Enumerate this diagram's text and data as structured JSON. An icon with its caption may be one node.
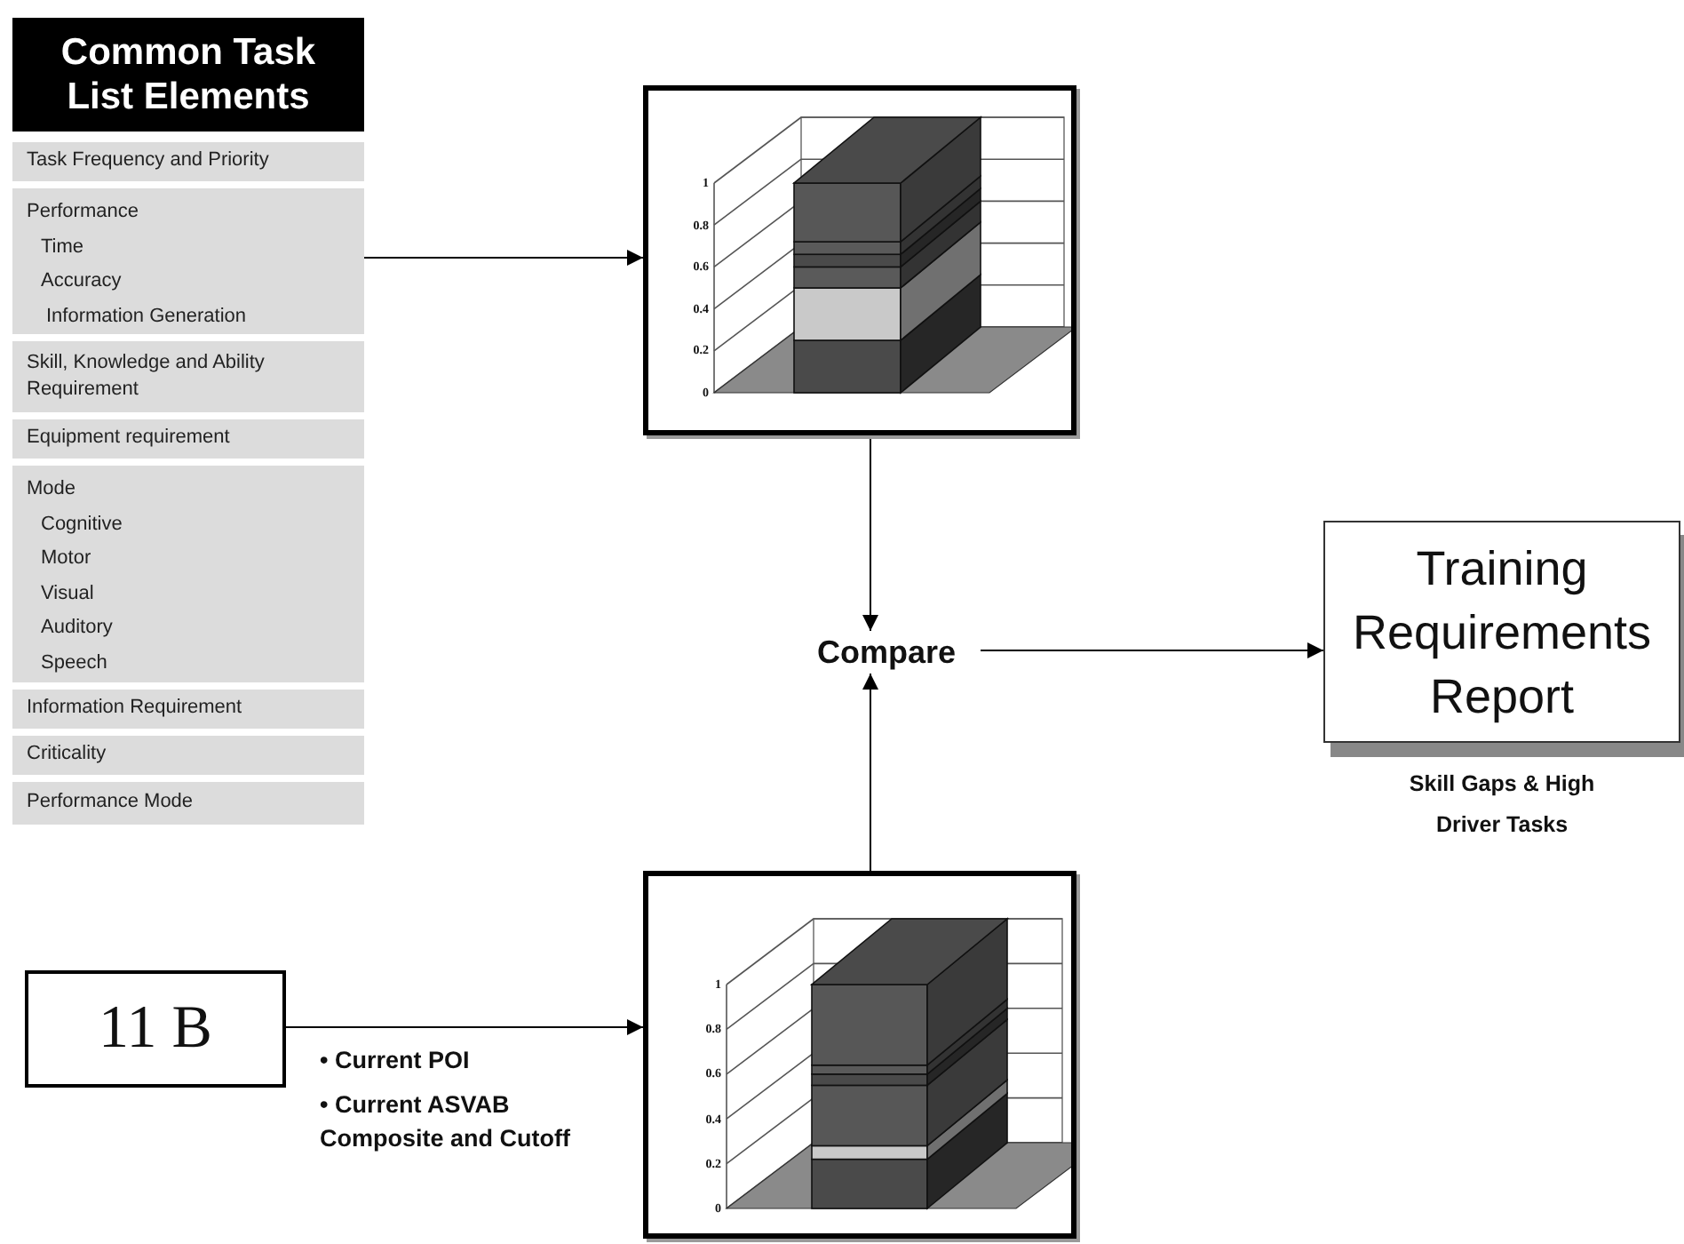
{
  "diagram": {
    "nodes": [
      {
        "text": [
          "Common Task List Elements"
        ]
      },
      {
        "text": [
          "Task Frequency and Priority"
        ],
        "in": 0
      },
      {
        "text": [
          "Performance",
          "Time",
          "Accuracy",
          "Information Generation"
        ],
        "in": 0
      },
      {
        "text": [
          "Skill, Knowledge and Ability Requirement"
        ],
        "in": 0
      },
      {
        "text": [
          "Equipment requirement"
        ],
        "in": 0
      },
      {
        "text": [
          "Mode",
          "Cognitive",
          "Motor",
          "Visual",
          "Auditory",
          "Speech"
        ],
        "in": 0
      },
      {
        "text": [
          "Information Requirement"
        ],
        "in": 0
      },
      {
        "text": [
          "Criticality"
        ],
        "in": 0
      },
      {
        "text": [
          "Performance Mode"
        ],
        "in": 0
      },
      {
        "text": [],
        "shape": "picture"
      },
      {
        "text": [
          "Compare"
        ]
      },
      {
        "text": [
          "Training Requirements Report"
        ],
        "beside": [
          "Skill Gaps & High Driver Tasks"
        ]
      },
      {
        "text": [],
        "shape": "picture"
      },
      {
        "text": [
          "11 B"
        ]
      }
    ],
    "edges": [
      {
        "from": 0,
        "to": 9,
        "arrow": "to"
      },
      {
        "from": 9,
        "to": 10,
        "arrow": "to"
      },
      {
        "from": 12,
        "to": 10,
        "arrow": "to"
      },
      {
        "from": 10,
        "to": 11,
        "arrow": "to"
      },
      {
        "from": 13,
        "to": 12,
        "arrow": "to"
      }
    ],
    "labels": [
      "1",
      "0.8",
      "0.6",
      "0.4",
      "0.2",
      "0",
      "• Current POI",
      "• Current ASVAB Composite and Cutoff",
      "1",
      "0.8",
      "0.6",
      "0.4",
      "0.2",
      "0"
    ]
  }
}
